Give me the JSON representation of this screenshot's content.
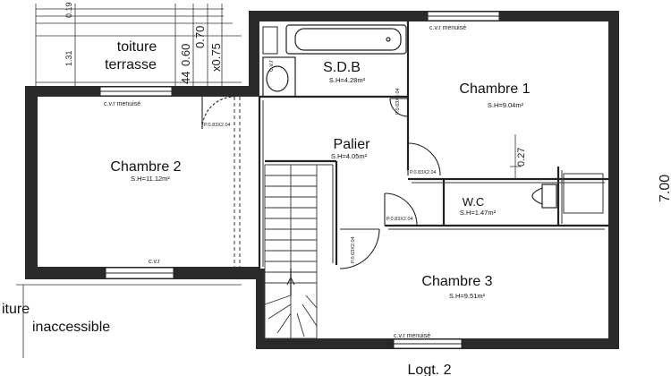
{
  "rooms": {
    "sdb": {
      "name": "S.D.B",
      "area": "S.H=4.28m²"
    },
    "chambre1": {
      "name": "Chambre 1",
      "area": "S.H=9.04m²"
    },
    "chambre2": {
      "name": "Chambre 2",
      "area": "S.H=11.12m²"
    },
    "palier": {
      "name": "Palier",
      "area": "S.H=4.05m²"
    },
    "wc": {
      "name": "W.C",
      "area": "S.H=1.47m²"
    },
    "chambre3": {
      "name": "Chambre 3",
      "area": "S.H=9.51m²"
    }
  },
  "roofs": {
    "terrasse_line1": "toiture",
    "terrasse_line2": "terrasse",
    "inaccessible_line1": "iture",
    "inaccessible_line2": "inaccessible"
  },
  "labels": {
    "cvr_menuise": "c.v.r menuisé",
    "cvr": "c.v.r",
    "door_083": "P.0.83X2.04",
    "door_083b": "P.0.83X2.04",
    "door_083c": "P.0.83X2.04",
    "door_v1": "P.0.63X2.04",
    "door_v2": "P.0.63X2.04",
    "cvr_vertical": "c.v.r",
    "logt": "Logt. 2"
  },
  "dimensions": {
    "d_019": "0.19",
    "d_131": "1.31",
    "d_044": "44",
    "d_060": "0.60",
    "d_070": "0.70",
    "d_075": "x0.75",
    "d_027": "0.27",
    "d_700": "7.00"
  }
}
